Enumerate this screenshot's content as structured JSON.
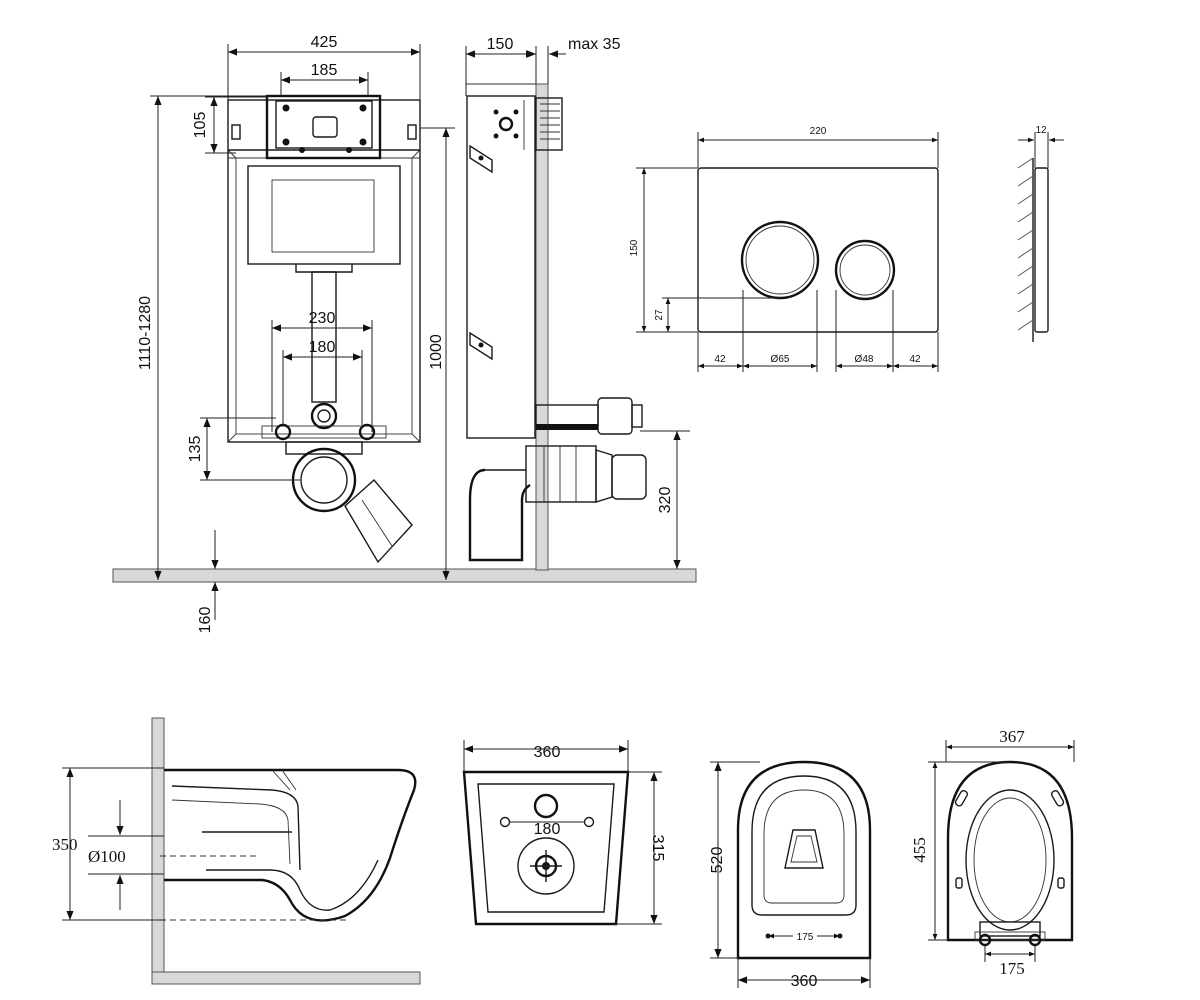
{
  "frame": {
    "front_width": "425",
    "front_top_width": "185",
    "top_height": "105",
    "total_height": "1110-1280",
    "inner_height": "1000",
    "outlet_span_outer": "230",
    "outlet_span_inner": "180",
    "outlet_height": "135",
    "floor_offset": "160",
    "side_depth": "150",
    "side_max": "max 35",
    "side_pipe_height": "320"
  },
  "flush_plate": {
    "width": "220",
    "height": "150",
    "offset_y": "27",
    "margin_left": "42",
    "button_large": "Ø65",
    "button_small": "Ø48",
    "margin_right": "42",
    "thickness": "12"
  },
  "bowl": {
    "side_height": "350",
    "pipe_diameter": "Ø100",
    "rear_width": "360",
    "mount_spacing": "180",
    "rear_depth": "315",
    "top_length": "520",
    "top_width": "360",
    "hole_spacing": "175"
  },
  "seat": {
    "width": "367",
    "length": "455",
    "hinge_spacing": "175"
  }
}
